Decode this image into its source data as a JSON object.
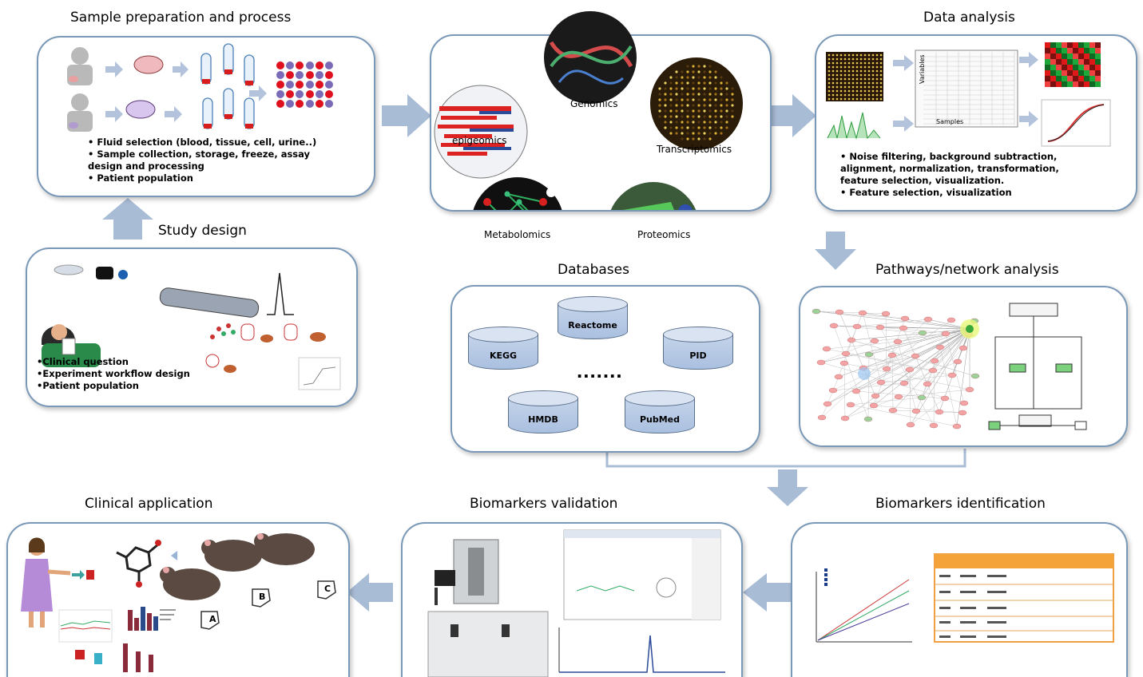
{
  "titles": {
    "sample": "Sample preparation and process",
    "data_analysis": "Data analysis",
    "study_design": "Study design",
    "databases": "Databases",
    "pathways": "Pathways/network analysis",
    "clinical": "Clinical application",
    "validation": "Biomarkers validation",
    "identification": "Biomarkers identification"
  },
  "sample_bullets": [
    "• Fluid selection (blood,  tissue, cell, urine..)",
    "• Sample collection,  storage, freeze, assay",
    "   design and processing",
    "• Patient population"
  ],
  "study_bullets": [
    "•Clinical question",
    "•Experiment workflow design",
    "•Patient population"
  ],
  "analysis_bullets": [
    "• Noise filtering, background  subtraction,",
    "  alignment, normalization,  transformation,",
    "  feature selection, visualization.",
    "• Feature selection, visualization"
  ],
  "omics": {
    "epigenomics": "epigeomics",
    "genomics": "Genomics",
    "transcriptomics": "Transcriptomics",
    "metabolomics": "Metabolomics",
    "proteomics": "Proteomics"
  },
  "databases": {
    "reactome": "Reactome",
    "kegg": "KEGG",
    "pid": "PID",
    "hmdb": "HMDB",
    "pubmed": "PubMed",
    "ellipsis": "......."
  },
  "matrix_axes": {
    "variables": "Variables",
    "samples": "Samples"
  },
  "mouse_labels": [
    "A",
    "B",
    "C"
  ],
  "colors": {
    "panel_border": "#7a98b8",
    "arrow": "#a9bcd6",
    "cylinder": "#b8cae4"
  }
}
